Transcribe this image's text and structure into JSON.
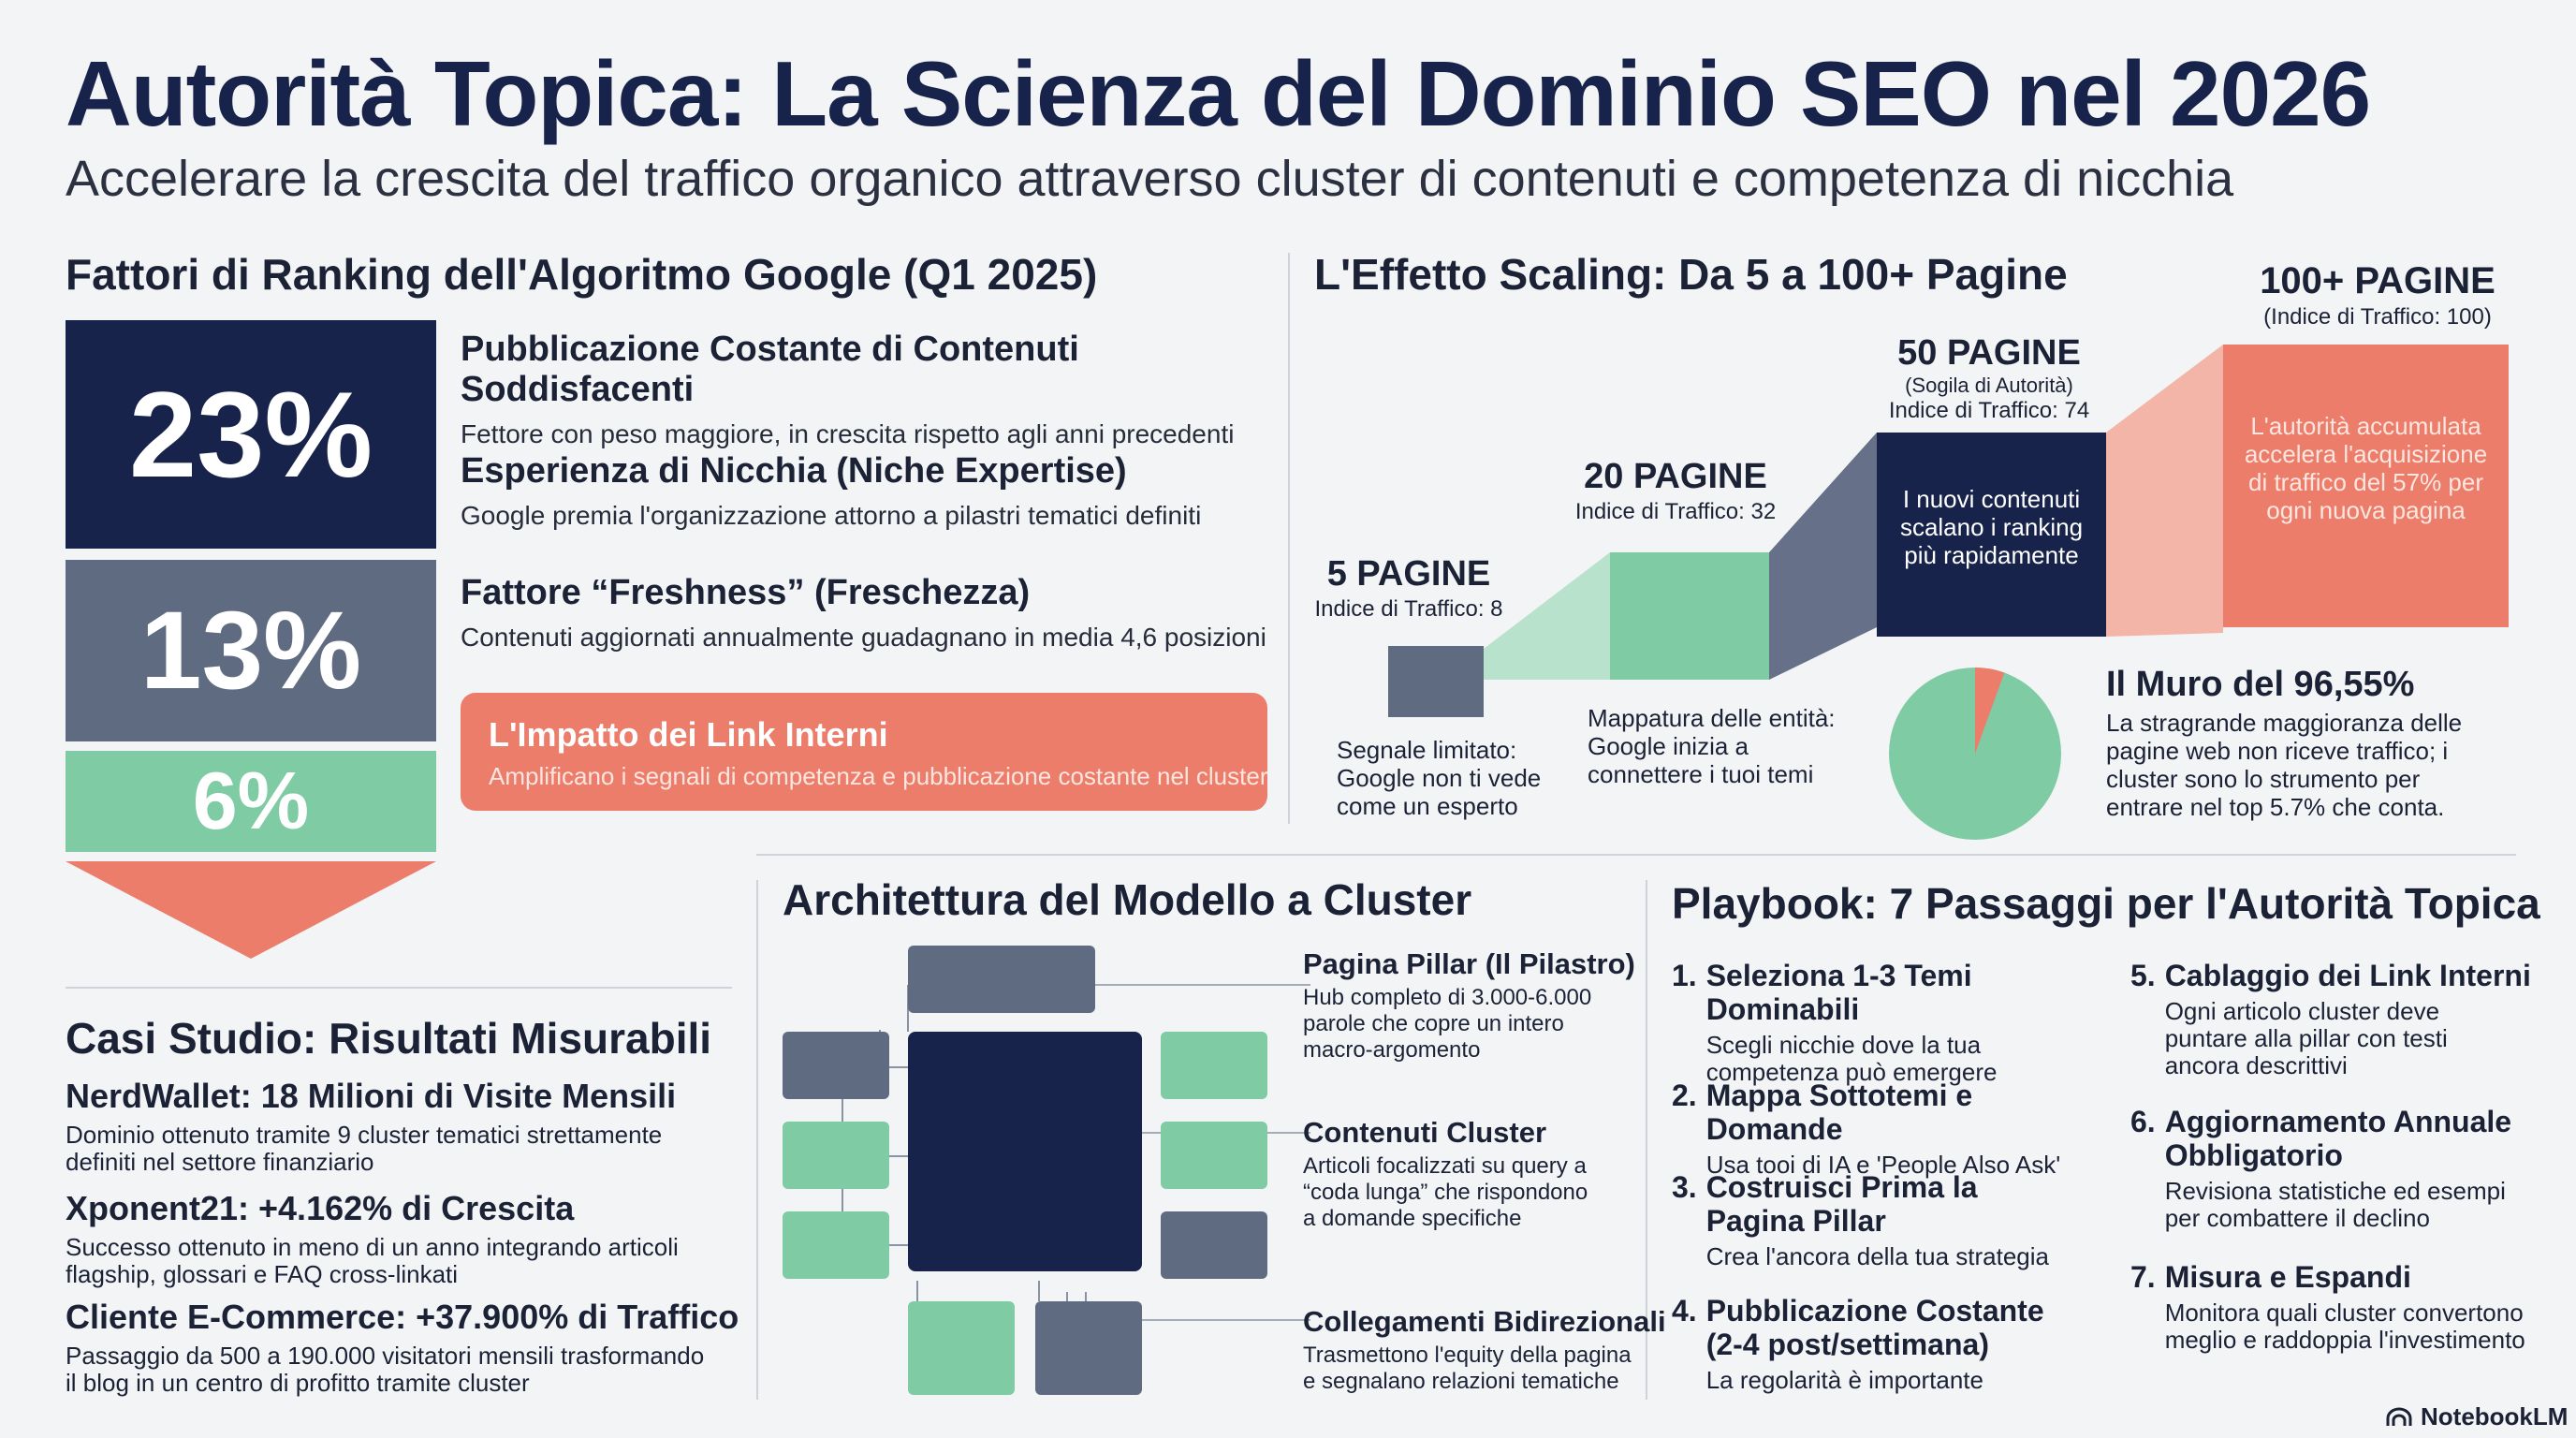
{
  "header": {
    "title": "Autorità Topica: La Scienza del Dominio SEO nel 2026",
    "subtitle": "Accelerare la crescita del traffico organico attraverso cluster di contenuti e competenza di nicchia"
  },
  "colors": {
    "navy": "#17234a",
    "slate": "#5f6b80",
    "mint": "#7fcba4",
    "coral": "#ec7d6b",
    "bg": "#f3f4f6"
  },
  "ranking": {
    "heading": "Fattori di Ranking dell'Algoritmo Google (Q1 2025)",
    "bars": [
      {
        "pct": "23%",
        "value": 23
      },
      {
        "pct": "13%",
        "value": 13
      },
      {
        "pct": "6%",
        "value": 6
      }
    ],
    "factors": [
      {
        "title": "Pubblicazione Costante di Contenuti Soddisfacenti",
        "desc": "Fettore con peso maggiore, in crescita rispetto agli anni precedenti"
      },
      {
        "title": "Esperienza di Nicchia (Niche Expertise)",
        "desc": "Google premia l'organizzazione attorno a pilastri tematici definiti"
      },
      {
        "title": "Fattore “Freshness” (Freschezza)",
        "desc": "Contenuti aggiornati annualmente guadagnano in media 4,6 posizioni"
      }
    ],
    "callout": {
      "title": "L'Impatto dei Link Interni",
      "desc": "Amplificano i segnali di competenza e pubblicazione costante nel cluster"
    }
  },
  "scaling": {
    "heading": "L'Effetto Scaling: Da 5 a 100+ Pagine",
    "stages": [
      {
        "pages": "5 PAGINE",
        "note": "",
        "index": "Indice di Traffico: 8",
        "traffic": 8,
        "text": "Segnale limitato:\nGoogle non ti vede\ncome un esperto"
      },
      {
        "pages": "20 PAGINE",
        "note": "",
        "index": "Indice di Traffico: 32",
        "traffic": 32,
        "text": "Mappatura delle entità:\nGoogle inizia a\nconnettere i tuoi temi"
      },
      {
        "pages": "50 PAGINE",
        "note": "(Sogila di Autorità)",
        "index": "Indice di Traffico: 74",
        "traffic": 74,
        "text": "I nuovi contenuti\nscalano i ranking\npiù rapidamente"
      },
      {
        "pages": "100+ PAGINE",
        "note": "(Indice di Traffico: 100)",
        "index": "",
        "traffic": 100,
        "text": "L'autorità accumulata\naccelera l'acquisizione\ndi traffico del 57% per\nogni nuova pagina"
      }
    ],
    "wall": {
      "title": "Il Muro del 96,55%",
      "desc": "La stragrande maggioranza delle\npagine web non riceve traffico; i\ncluster sono lo strumento per\nentrare nel top 5.7% che conta.",
      "pie_share_no_traffic": 96.55,
      "pie_share_traffic": 3.45
    }
  },
  "cases": {
    "heading": "Casi Studio: Risultati Misurabili",
    "items": [
      {
        "title": "NerdWallet: 18 Milioni di Visite Mensili",
        "desc": "Dominio ottenuto tramite 9 cluster tematici strettamente\ndefiniti nel settore finanziario"
      },
      {
        "title": "Xponent21: +4.162% di Crescita",
        "desc": "Successo ottenuto in meno di un anno integrando articoli\nflagship, glossari e FAQ cross-linkati"
      },
      {
        "title": "Cliente E-Commerce: +37.900% di Traffico",
        "desc": "Passaggio da 500 a 190.000 visitatori mensili trasformando\nil blog in un centro di profitto tramite cluster"
      }
    ]
  },
  "cluster": {
    "heading": "Architettura del Modello a Cluster",
    "labels": [
      {
        "title": "Pagina Pillar (Il Pilastro)",
        "desc": "Hub completo di 3.000-6.000\nparole che copre un intero\nmacro-argomento"
      },
      {
        "title": "Contenuti Cluster",
        "desc": "Articoli focalizzati su query a\n“coda lunga” che rispondono\na domande specifiche"
      },
      {
        "title": "Collegamenti Bidirezionali",
        "desc": "Trasmettono l'equity della pagina\ne segnalano relazioni tematiche"
      }
    ]
  },
  "playbook": {
    "heading": "Playbook: 7 Passaggi per l'Autorità Topica",
    "steps": [
      {
        "num": "1.",
        "title": "Seleziona 1-3 Temi Dominabili",
        "desc": "Scegli nicchie dove la tua\ncompetenza può emergere"
      },
      {
        "num": "2.",
        "title": "Mappa Sottotemi e Domande",
        "desc": "Usa tooi di IA e 'People Also Ask'"
      },
      {
        "num": "3.",
        "title": "Costruisci Prima la\nPagina Pillar",
        "desc": "Crea l'ancora della tua strategia"
      },
      {
        "num": "4.",
        "title": "Pubblicazione Costante\n(2-4 post/settimana)",
        "desc": "La regolarità è importante"
      },
      {
        "num": "5.",
        "title": "Cablaggio dei Link Interni",
        "desc": "Ogni articolo cluster deve\npuntare alla pillar con testi\nancora descrittivi"
      },
      {
        "num": "6.",
        "title": "Aggiornamento Annuale\nObbligatorio",
        "desc": "Revisiona statistiche ed esempi\nper combattere il declino"
      },
      {
        "num": "7.",
        "title": "Misura e Espandi",
        "desc": "Monitora quali cluster convertono\nmeglio e raddoppia l'investimento"
      }
    ]
  },
  "footer": {
    "brand": "NotebookLM",
    "brand_icon": "notebooklm-logo-icon"
  }
}
